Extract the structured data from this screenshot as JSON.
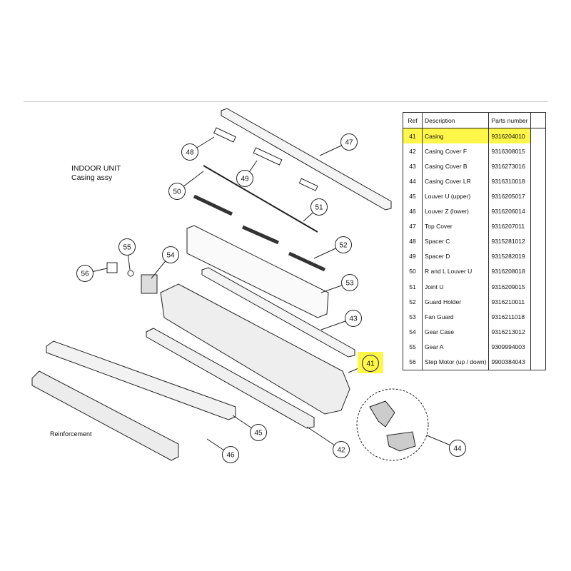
{
  "heading": {
    "line1": "INDOOR UNIT",
    "line2": "Casing assy"
  },
  "reinforcement_label": "Reinforcement",
  "highlight_color": "#fff64a",
  "table": {
    "headers": [
      "Ref",
      "Description",
      "Parts number"
    ],
    "rows": [
      {
        "ref": "41",
        "desc": "Casing",
        "part": "9316204010",
        "highlight": true
      },
      {
        "ref": "42",
        "desc": "Casing Cover F",
        "part": "9316308015"
      },
      {
        "ref": "43",
        "desc": "Casing Cover B",
        "part": "9316273016"
      },
      {
        "ref": "44",
        "desc": "Casing Cover LR",
        "part": "9316310018"
      },
      {
        "ref": "45",
        "desc": "Louver U (upper)",
        "part": "9316205017"
      },
      {
        "ref": "46",
        "desc": "Louver Z (lower)",
        "part": "9316206014"
      },
      {
        "ref": "47",
        "desc": "Top Cover",
        "part": "9316207011"
      },
      {
        "ref": "48",
        "desc": "Spacer C",
        "part": "9315281012"
      },
      {
        "ref": "49",
        "desc": "Spacer D",
        "part": "9315282019"
      },
      {
        "ref": "50",
        "desc": "R and L Louver U",
        "part": "9316208018"
      },
      {
        "ref": "51",
        "desc": "Joint U",
        "part": "9316209015"
      },
      {
        "ref": "52",
        "desc": "Guard Holder",
        "part": "9316210011"
      },
      {
        "ref": "53",
        "desc": "Fan Guard",
        "part": "9316211018"
      },
      {
        "ref": "54",
        "desc": "Gear Case",
        "part": "9316213012"
      },
      {
        "ref": "55",
        "desc": "Gear A",
        "part": "9309994003"
      },
      {
        "ref": "56",
        "desc": "Step Motor (up / down)",
        "part": "9900384043"
      }
    ]
  },
  "callouts": [
    "41",
    "42",
    "43",
    "44",
    "45",
    "46",
    "47",
    "48",
    "49",
    "50",
    "51",
    "52",
    "53",
    "54",
    "55",
    "56"
  ]
}
